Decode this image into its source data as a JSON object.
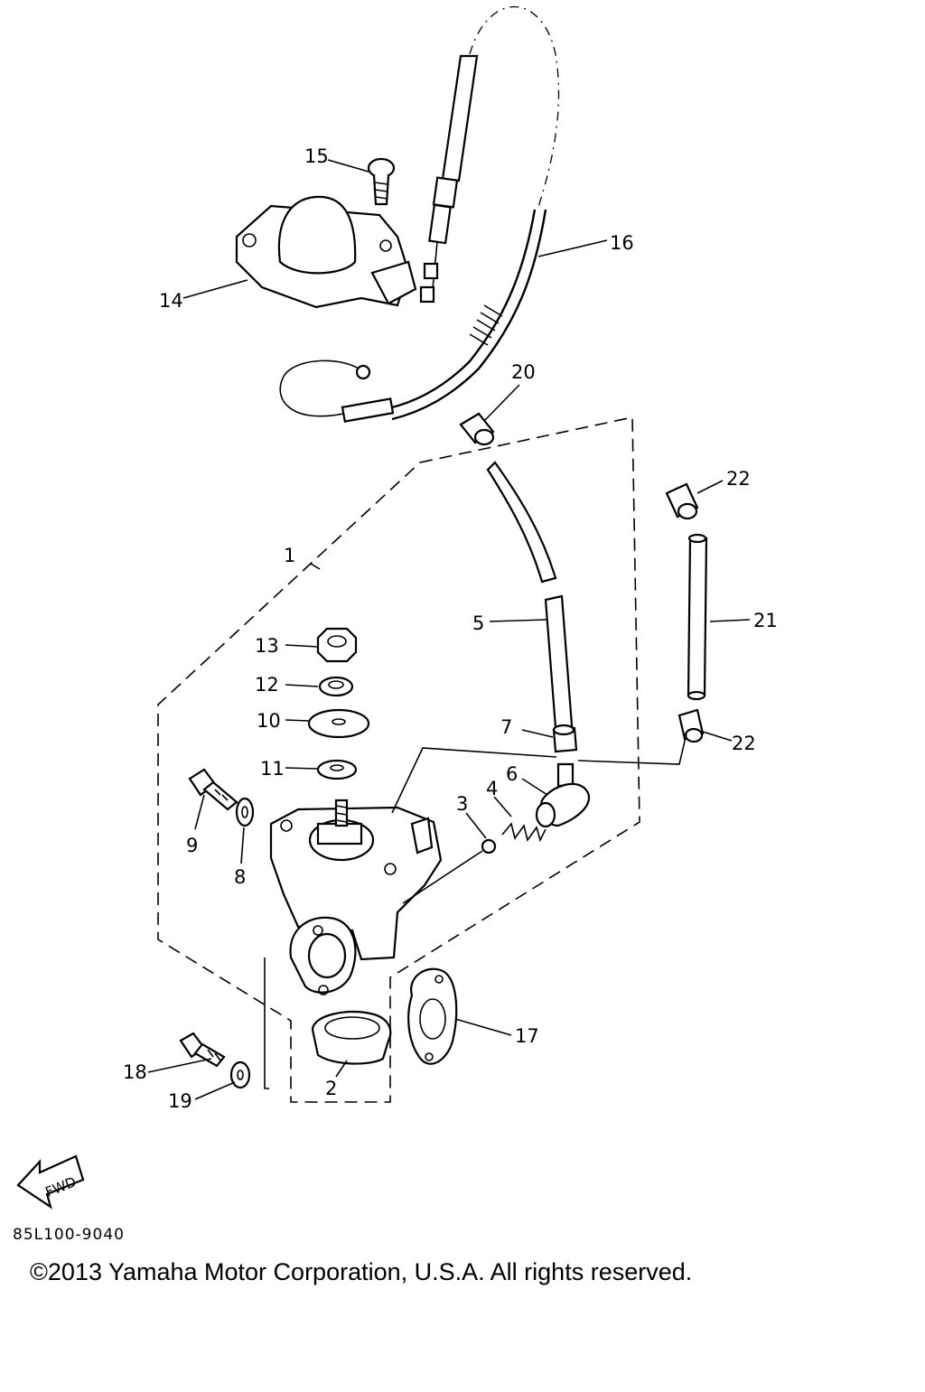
{
  "callouts": {
    "p1": "1",
    "p2": "2",
    "p3": "3",
    "p4": "4",
    "p5": "5",
    "p6": "6",
    "p7": "7",
    "p8": "8",
    "p9": "9",
    "p10": "10",
    "p11": "11",
    "p12": "12",
    "p13": "13",
    "p14": "14",
    "p15": "15",
    "p16": "16",
    "p17": "17",
    "p18": "18",
    "p19": "19",
    "p20": "20",
    "p21": "21",
    "p22a": "22",
    "p22b": "22"
  },
  "fwd_arrow": {
    "label": "FWD"
  },
  "footer": {
    "code": "85L100-9040",
    "copyright": "©2013 Yamaha Motor Corporation, U.S.A. All rights reserved."
  }
}
